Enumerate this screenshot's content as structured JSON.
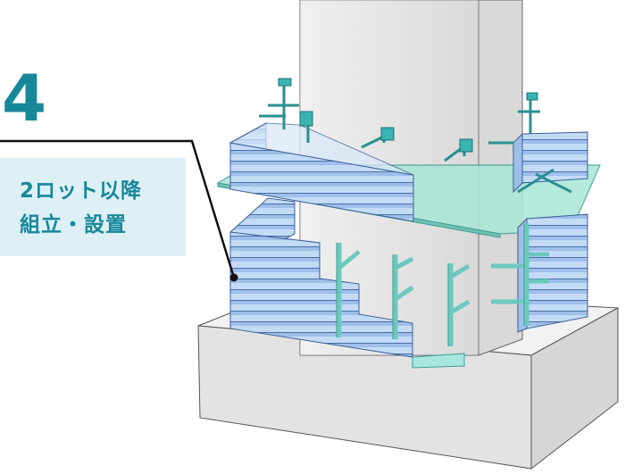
{
  "step": {
    "number": "4",
    "label_lines": [
      "2ロット以降",
      "組立・設置"
    ]
  },
  "colors": {
    "accent": "#17889a",
    "label_bg": "#dcf0f6",
    "panel_blue": "#b5d0f2",
    "frame_teal": "#7fd0c8",
    "concrete": "#e6e6e6"
  }
}
